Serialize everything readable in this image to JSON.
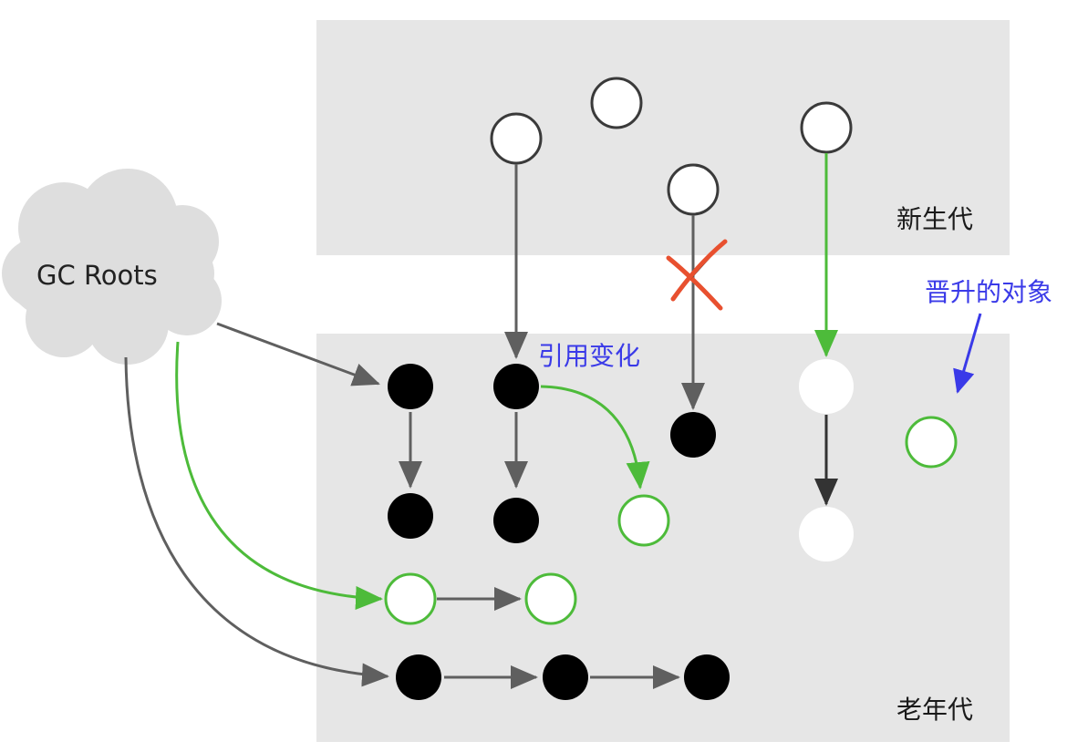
{
  "cloud": {
    "label": "GC Roots"
  },
  "regions": {
    "young": {
      "label": "新生代"
    },
    "old": {
      "label": "老年代"
    }
  },
  "annotations": {
    "reference_change": "引用变化",
    "promoted_objects": "晋升的对象"
  },
  "colors": {
    "region_fill": "#e6e6e6",
    "arrow_gray": "#5f5f5f",
    "arrow_dark": "#333333",
    "green": "#4dbb3a",
    "blue": "#3a3ae8",
    "red_cross": "#e8502f",
    "node_black": "#000000",
    "node_white": "#ffffff"
  },
  "icons": {
    "cloud": "cloud-icon",
    "cross": "cross-icon"
  }
}
